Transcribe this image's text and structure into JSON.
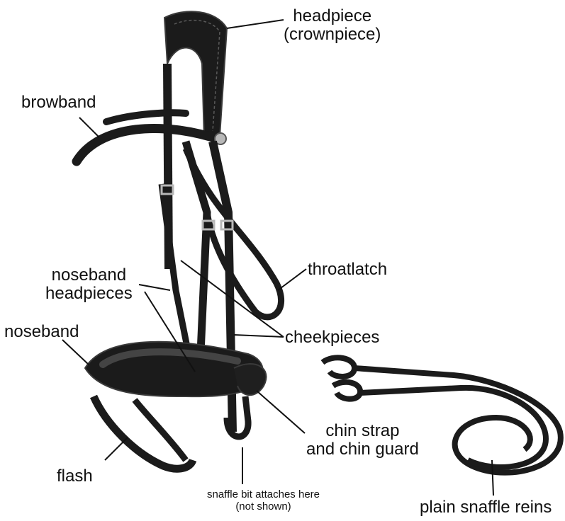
{
  "colors": {
    "leather": "#1b1b1b",
    "leather_edge": "#3a3a3a",
    "padding": "#2a2a2a",
    "stitch": "#5a5a5a",
    "buckle": "#b8b8b8",
    "leader_line": "#111111",
    "text": "#111111",
    "background": "#ffffff"
  },
  "labels": {
    "headpiece": {
      "line1": "headpiece",
      "line2": "(crownpiece)"
    },
    "browband": "browband",
    "noseband_headpieces": {
      "line1": "noseband",
      "line2": "headpieces"
    },
    "throatlatch": "throatlatch",
    "noseband": "noseband",
    "cheekpieces": "cheekpieces",
    "chin_strap": {
      "line1": "chin strap",
      "line2": "and chin guard"
    },
    "flash": "flash",
    "snaffle_bit": {
      "line1": "snaffle bit attaches here",
      "line2": "(not shown)"
    },
    "reins": "plain snaffle reins"
  }
}
